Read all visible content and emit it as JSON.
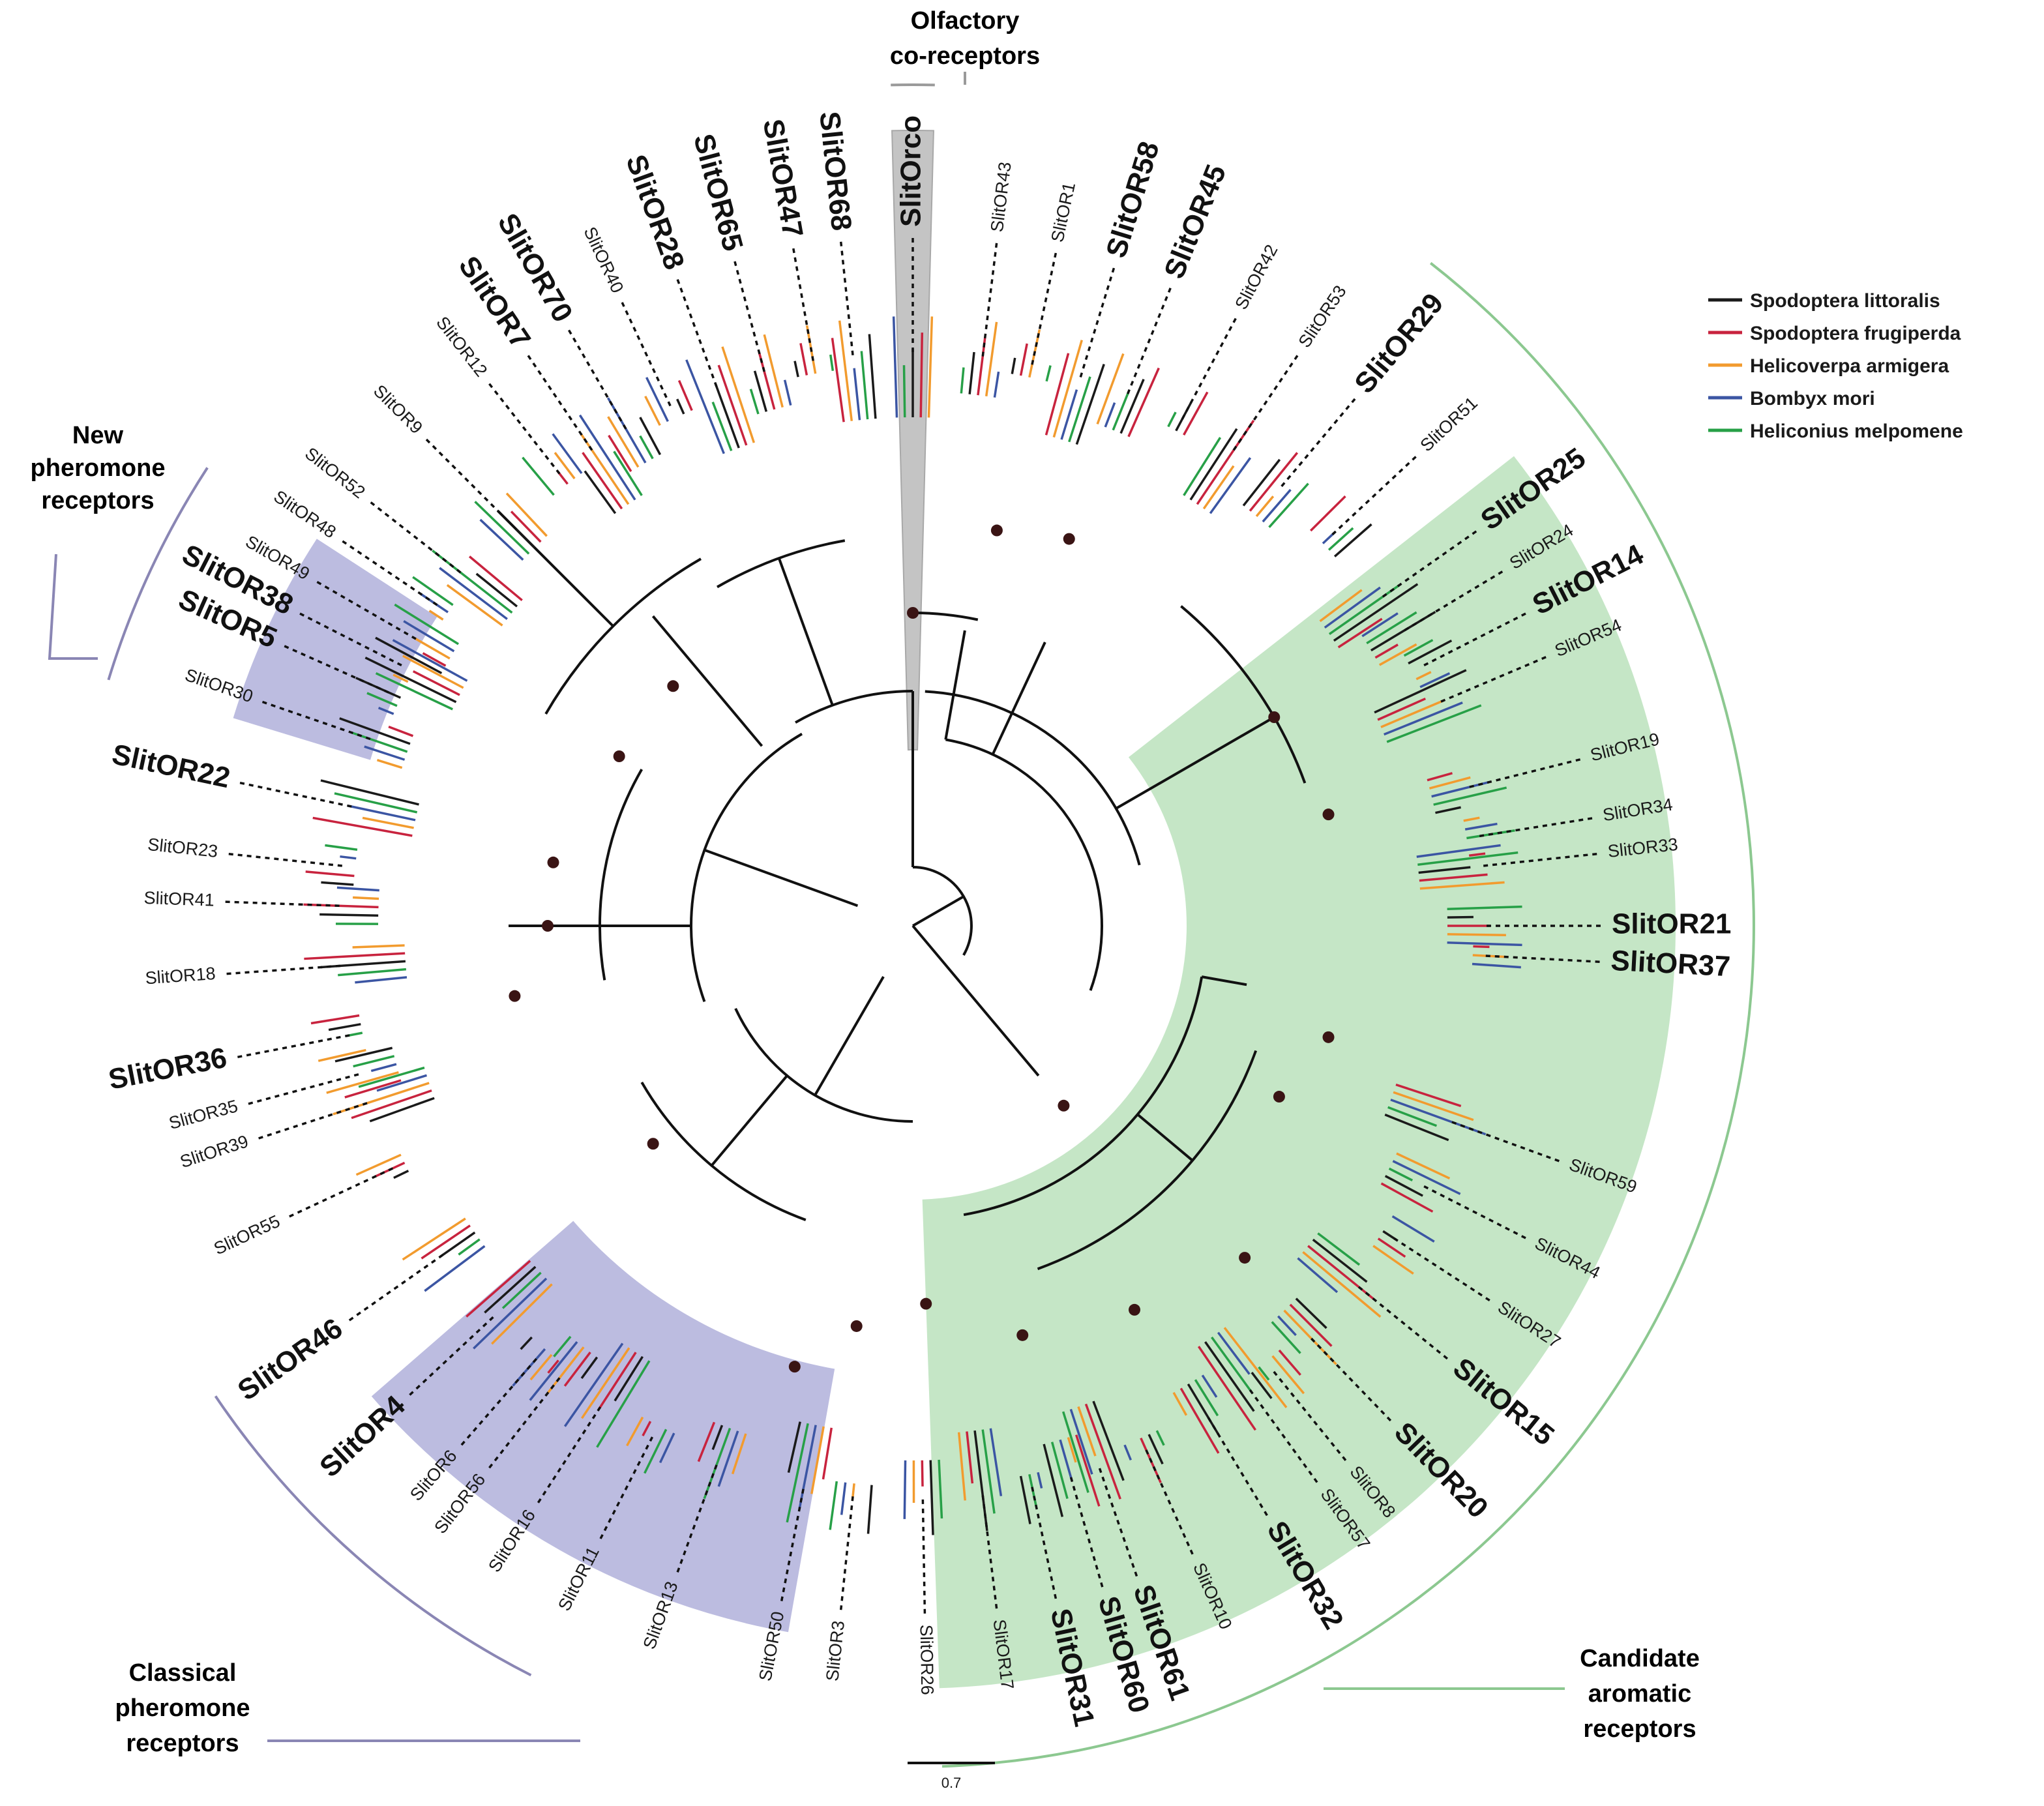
{
  "groups": {
    "orco": {
      "line1": "Olfactory",
      "line2": "co-receptors",
      "color": "#9a9a9a"
    },
    "new_pheromone": {
      "line1": "New",
      "line2": "pheromone",
      "line3": "receptors",
      "color": "#8a86b4"
    },
    "classical_pheromone": {
      "line1": "Classical",
      "line2": "pheromone",
      "line3": "receptors",
      "color": "#8a86b4"
    },
    "aromatic": {
      "line1": "Candidate",
      "line2": "aromatic",
      "line3": "receptors",
      "color": "#8cc890"
    }
  },
  "legend": [
    {
      "label": "Spodoptera littoralis",
      "color": "#1a1a1a"
    },
    {
      "label": "Spodoptera frugiperda",
      "color": "#c8233e"
    },
    {
      "label": "Helicoverpa armigera",
      "color": "#f29b2e"
    },
    {
      "label": "Bombyx mori",
      "color": "#3b55a3"
    },
    {
      "label": "Heliconius melpomene",
      "color": "#27a047"
    }
  ],
  "scale_bar": {
    "label": "0.7"
  },
  "leaves": [
    {
      "label": "SlitOrco",
      "bold": true,
      "angle": 0
    },
    {
      "label": "SlitOR43",
      "bold": false,
      "angle": 7
    },
    {
      "label": "SlitOR1",
      "bold": false,
      "angle": 12
    },
    {
      "label": "SlitOR58",
      "bold": true,
      "angle": 17
    },
    {
      "label": "SlitOR45",
      "bold": true,
      "angle": 22
    },
    {
      "label": "SlitOR42",
      "bold": false,
      "angle": 28
    },
    {
      "label": "SlitOR53",
      "bold": false,
      "angle": 34
    },
    {
      "label": "SlitOR29",
      "bold": true,
      "angle": 40
    },
    {
      "label": "SlitOR51",
      "bold": false,
      "angle": 47
    },
    {
      "label": "SlitOR25",
      "bold": true,
      "angle": 55
    },
    {
      "label": "SlitOR24",
      "bold": false,
      "angle": 59
    },
    {
      "label": "SlitOR14",
      "bold": true,
      "angle": 63
    },
    {
      "label": "SlitOR54",
      "bold": false,
      "angle": 67
    },
    {
      "label": "SlitOR19",
      "bold": false,
      "angle": 76
    },
    {
      "label": "SlitOR34",
      "bold": false,
      "angle": 81
    },
    {
      "label": "SlitOR33",
      "bold": false,
      "angle": 84
    },
    {
      "label": "SlitOR21",
      "bold": true,
      "angle": 90
    },
    {
      "label": "SlitOR37",
      "bold": true,
      "angle": 93
    },
    {
      "label": "SlitOR59",
      "bold": false,
      "angle": 110
    },
    {
      "label": "SlitOR44",
      "bold": false,
      "angle": 117
    },
    {
      "label": "SlitOR27",
      "bold": false,
      "angle": 123
    },
    {
      "label": "SlitOR15",
      "bold": true,
      "angle": 129
    },
    {
      "label": "SlitOR20",
      "bold": true,
      "angle": 136
    },
    {
      "label": "SlitOR8",
      "bold": false,
      "angle": 141
    },
    {
      "label": "SlitOR57",
      "bold": false,
      "angle": 144
    },
    {
      "label": "SlitOR32",
      "bold": true,
      "angle": 149
    },
    {
      "label": "SlitOR10",
      "bold": false,
      "angle": 156
    },
    {
      "label": "SlitOR61",
      "bold": true,
      "angle": 161
    },
    {
      "label": "SlitOR60",
      "bold": true,
      "angle": 164
    },
    {
      "label": "SlitOR31",
      "bold": true,
      "angle": 168
    },
    {
      "label": "SlitOR17",
      "bold": false,
      "angle": 173
    },
    {
      "label": "SlitOR26",
      "bold": false,
      "angle": 179
    },
    {
      "label": "SlitOR3",
      "bold": false,
      "angle": 186
    },
    {
      "label": "SlitOR50",
      "bold": false,
      "angle": 191
    },
    {
      "label": "SlitOR13",
      "bold": false,
      "angle": 200
    },
    {
      "label": "SlitOR11",
      "bold": false,
      "angle": 207
    },
    {
      "label": "SlitOR16",
      "bold": false,
      "angle": 213
    },
    {
      "label": "SlitOR56",
      "bold": false,
      "angle": 218
    },
    {
      "label": "SlitOR6",
      "bold": false,
      "angle": 221
    },
    {
      "label": "SlitOR4",
      "bold": true,
      "angle": 227
    },
    {
      "label": "SlitOR46",
      "bold": true,
      "angle": 235
    },
    {
      "label": "SlitOR55",
      "bold": false,
      "angle": 245
    },
    {
      "label": "SlitOR39",
      "bold": false,
      "angle": 252
    },
    {
      "label": "SlitOR35",
      "bold": false,
      "angle": 255
    },
    {
      "label": "SlitOR36",
      "bold": true,
      "angle": 259
    },
    {
      "label": "SlitOR18",
      "bold": false,
      "angle": 266
    },
    {
      "label": "SlitOR41",
      "bold": false,
      "angle": 272
    },
    {
      "label": "SlitOR23",
      "bold": false,
      "angle": 276
    },
    {
      "label": "SlitOR22",
      "bold": true,
      "angle": 282
    },
    {
      "label": "SlitOR30",
      "bold": false,
      "angle": 289
    },
    {
      "label": "SlitOR5",
      "bold": true,
      "angle": 294
    },
    {
      "label": "SlitOR38",
      "bold": true,
      "angle": 297
    },
    {
      "label": "SlitOR49",
      "bold": false,
      "angle": 300
    },
    {
      "label": "SlitOR48",
      "bold": false,
      "angle": 304
    },
    {
      "label": "SlitOR52",
      "bold": false,
      "angle": 308
    },
    {
      "label": "SlitOR9",
      "bold": false,
      "angle": 315
    },
    {
      "label": "SlitOR12",
      "bold": false,
      "angle": 322
    },
    {
      "label": "SlitOR7",
      "bold": true,
      "angle": 326
    },
    {
      "label": "SlitOR70",
      "bold": true,
      "angle": 330
    },
    {
      "label": "SlitOR40",
      "bold": false,
      "angle": 335
    },
    {
      "label": "SlitOR28",
      "bold": true,
      "angle": 340
    },
    {
      "label": "SlitOR65",
      "bold": true,
      "angle": 345
    },
    {
      "label": "SlitOR47",
      "bold": true,
      "angle": 350
    },
    {
      "label": "SlitOR68",
      "bold": true,
      "angle": 354
    }
  ]
}
